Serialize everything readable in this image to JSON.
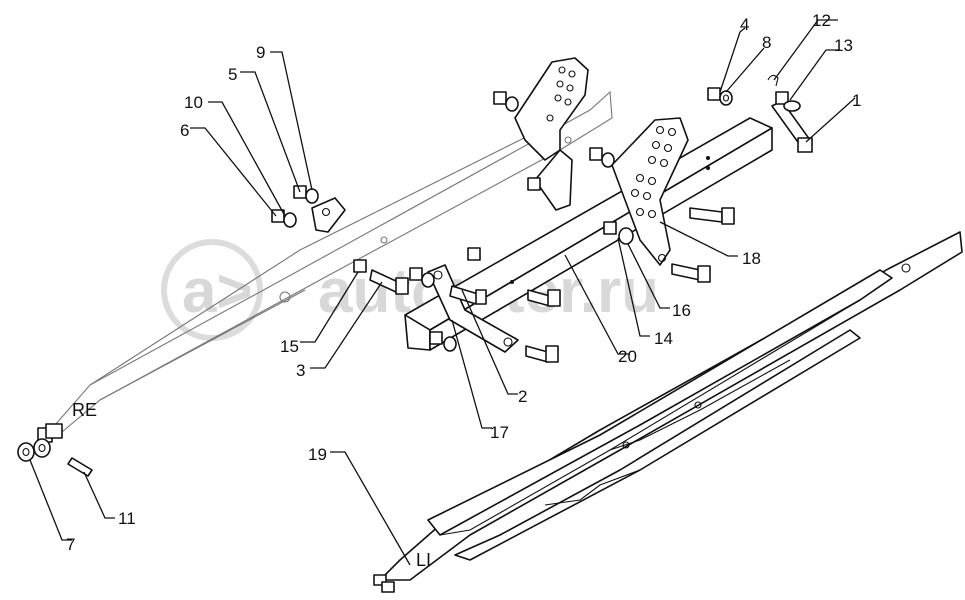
{
  "watermark": {
    "text": "autopiter.ru",
    "mark": "a>"
  },
  "side_labels": {
    "right": "RE",
    "left": "LI"
  },
  "callouts": {
    "c1": "1",
    "c2": "2",
    "c3": "3",
    "c4": "4",
    "c5": "5",
    "c6": "6",
    "c7": "7",
    "c8": "8",
    "c9": "9",
    "c10": "10",
    "c11": "11",
    "c12": "12",
    "c13": "13",
    "c14": "14",
    "c15": "15",
    "c16": "16",
    "c17": "17",
    "c18": "18",
    "c19": "19",
    "c20": "20"
  }
}
